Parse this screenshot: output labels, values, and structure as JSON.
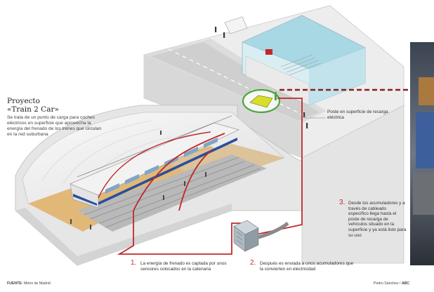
{
  "project": {
    "title_line1": "Proyecto",
    "title_line2": "«Train 2 Car»",
    "description": "Se trata de un punto de carga para coches eléctricos en superficie que aprovecha la energía del frenado de los trenes que circulan en la red suburbana"
  },
  "callouts": {
    "pole": "Poste en superficie de recarga eléctrica",
    "step1": {
      "number": "1.",
      "text": "La energía de frenado es captada por unos sensores colocados en la catenaria"
    },
    "step2": {
      "number": "2.",
      "text": "Después es enviada a unos acumuladores que la convierten en electricidad"
    },
    "step3": {
      "number": "3.",
      "text": "Desde los acumuladores y a través de cableado específico llega hasta el poste de recarga de vehículos situado en la superficie y ya está listo para su uso"
    }
  },
  "footer": {
    "source_label": "FUENTE:",
    "source_value": "Metro de Madrid",
    "credit_author": "Pedro Sánchez /",
    "credit_outlet": "ABC"
  },
  "colors": {
    "red_line": "#c0282a",
    "tunnel_ceiling": "#f2f2f2",
    "platform_orange": "#e1b878",
    "track": "#8a8a8a",
    "glass": "#a8d8e4",
    "charger_ring": "#4aa83b",
    "car": "#d6df2a"
  }
}
